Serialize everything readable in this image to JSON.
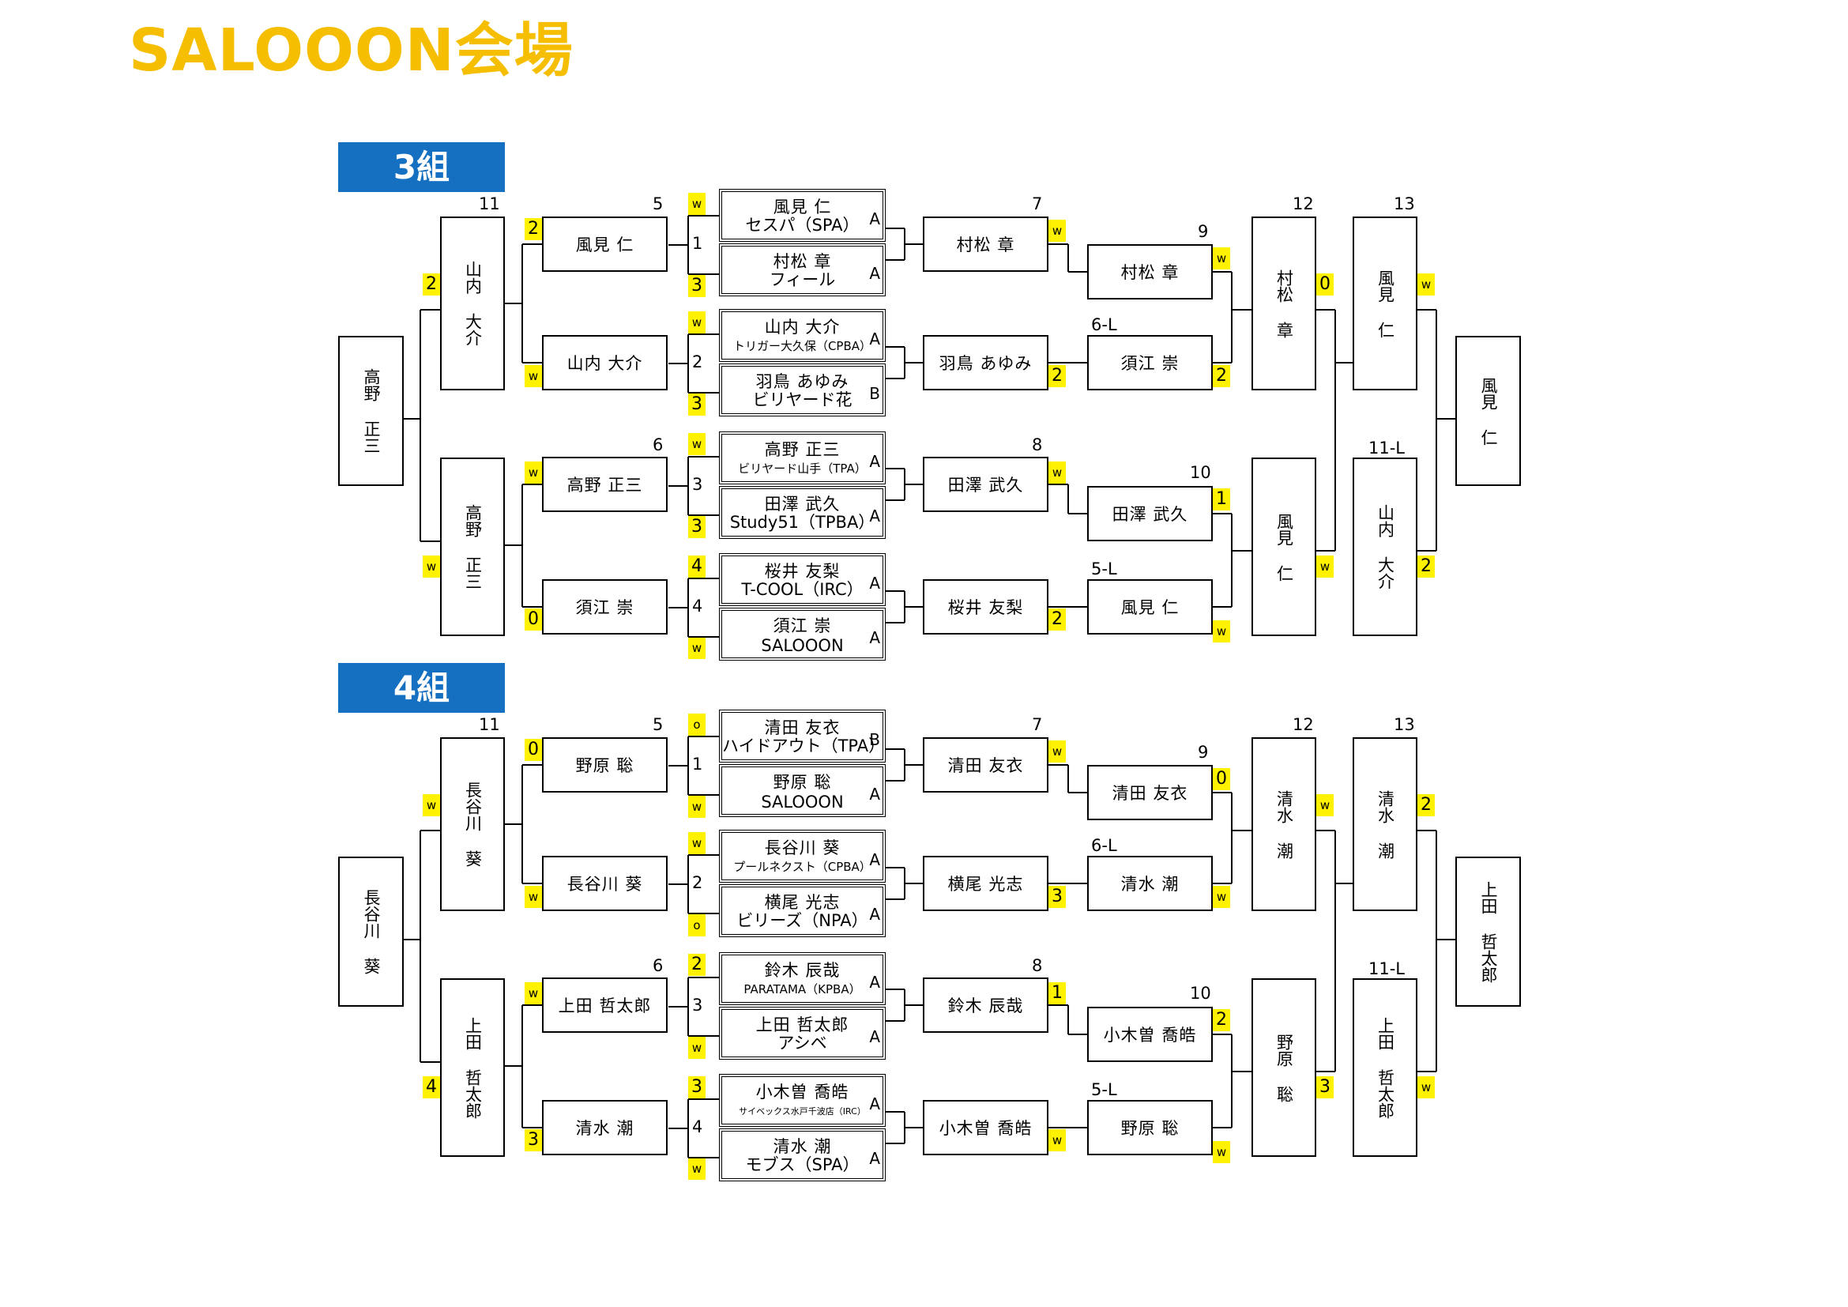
{
  "title": "SALOOON会場",
  "groups": [
    {
      "label": "3組",
      "numbers": {
        "m11": "11",
        "m5": "5",
        "m7": "7",
        "m9": "9",
        "m12": "12",
        "m13": "13",
        "m6": "6",
        "m8": "8",
        "m10": "10",
        "l6": "6-L",
        "l5": "5-L",
        "l11": "11-L"
      },
      "centers": [
        {
          "name": "風見 仁",
          "club": "セスパ（SPA）",
          "level": "A",
          "csize": ""
        },
        {
          "name": "村松 章",
          "club": "フィール",
          "level": "A",
          "csize": ""
        },
        {
          "name": "山内 大介",
          "club": "トリガー大久保（CPBA）",
          "level": "A",
          "csize": "s"
        },
        {
          "name": "羽鳥 あゆみ",
          "club": "ビリヤード花",
          "level": "B",
          "csize": ""
        },
        {
          "name": "高野 正三",
          "club": "ビリヤード山手（TPA）",
          "level": "A",
          "csize": "s"
        },
        {
          "name": "田澤 武久",
          "club": "Study51（TPBA）",
          "level": "A",
          "csize": ""
        },
        {
          "name": "桜井 友梨",
          "club": "T-COOL（IRC）",
          "level": "A",
          "csize": ""
        },
        {
          "name": "須江 崇",
          "club": "SALOOON",
          "level": "A",
          "csize": ""
        }
      ],
      "center_scores": [
        "W",
        "3",
        "W",
        "3",
        "W",
        "3",
        "4",
        "W"
      ],
      "match_nums": [
        "1",
        "2",
        "3",
        "4"
      ],
      "left_r1": [
        {
          "name": "風見 仁",
          "score": "2"
        },
        {
          "name": "山内 大介",
          "score": "W"
        },
        {
          "name": "高野 正三",
          "score": "W"
        },
        {
          "name": "須江 崇",
          "score": "0"
        }
      ],
      "left_r2": [
        {
          "name": "山内 大介",
          "score": "2"
        },
        {
          "name": "高野 正三",
          "score": "W"
        }
      ],
      "left_final": "高野 正三",
      "right_r1": [
        {
          "name": "村松 章",
          "score": "W"
        },
        {
          "name": "羽鳥 あゆみ",
          "score": "2"
        },
        {
          "name": "田澤 武久",
          "score": "W"
        },
        {
          "name": "桜井 友梨",
          "score": "2"
        }
      ],
      "right_r2": [
        {
          "name": "村松 章",
          "score": "W"
        },
        {
          "name": "須江 崇",
          "score": "2"
        },
        {
          "name": "田澤 武久",
          "score": "1"
        },
        {
          "name": "風見 仁",
          "score": "W"
        }
      ],
      "right_r3": [
        {
          "name": "村松 章",
          "score": "0"
        },
        {
          "name": "風見 仁",
          "score": "W"
        }
      ],
      "right_r4": [
        {
          "name": "風見 仁",
          "score": "W"
        },
        {
          "name": "山内 大介",
          "score": "2"
        }
      ],
      "right_final": "風見 仁"
    },
    {
      "label": "4組",
      "numbers": {
        "m11": "11",
        "m5": "5",
        "m7": "7",
        "m9": "9",
        "m12": "12",
        "m13": "13",
        "m6": "6",
        "m8": "8",
        "m10": "10",
        "l6": "6-L",
        "l5": "5-L",
        "l11": "11-L"
      },
      "centers": [
        {
          "name": "清田 友衣",
          "club": "ハイドアウト（TPA）",
          "level": "B",
          "csize": ""
        },
        {
          "name": "野原 聡",
          "club": "SALOOON",
          "level": "A",
          "csize": ""
        },
        {
          "name": "長谷川 葵",
          "club": "プールネクスト（CPBA）",
          "level": "A",
          "csize": "s"
        },
        {
          "name": "横尾 光志",
          "club": "ビリーズ（NPA）",
          "level": "A",
          "csize": ""
        },
        {
          "name": "鈴木 辰哉",
          "club": "PARATAMA（KPBA）",
          "level": "A",
          "csize": "s"
        },
        {
          "name": "上田 哲太郎",
          "club": "アシベ",
          "level": "A",
          "csize": ""
        },
        {
          "name": "小木曽 喬皓",
          "club": "サイベックス水戸千波店（IRC）",
          "level": "A",
          "csize": "xs"
        },
        {
          "name": "清水 潮",
          "club": "モブス（SPA）",
          "level": "A",
          "csize": ""
        }
      ],
      "center_scores": [
        "O",
        "W",
        "W",
        "O",
        "2",
        "W",
        "3",
        "W"
      ],
      "match_nums": [
        "1",
        "2",
        "3",
        "4"
      ],
      "left_r1": [
        {
          "name": "野原 聡",
          "score": "0"
        },
        {
          "name": "長谷川 葵",
          "score": "W"
        },
        {
          "name": "上田 哲太郎",
          "score": "W"
        },
        {
          "name": "清水 潮",
          "score": "3"
        }
      ],
      "left_r2": [
        {
          "name": "長谷川 葵",
          "score": "W"
        },
        {
          "name": "上田 哲太郎",
          "score": "4"
        }
      ],
      "left_final": "長谷川 葵",
      "right_r1": [
        {
          "name": "清田 友衣",
          "score": "W"
        },
        {
          "name": "横尾 光志",
          "score": "3"
        },
        {
          "name": "鈴木 辰哉",
          "score": "1"
        },
        {
          "name": "小木曽 喬皓",
          "score": "W"
        }
      ],
      "right_r2": [
        {
          "name": "清田 友衣",
          "score": "0"
        },
        {
          "name": "清水 潮",
          "score": "W"
        },
        {
          "name": "小木曽 喬皓",
          "score": "2"
        },
        {
          "name": "野原 聡",
          "score": "W"
        }
      ],
      "right_r3": [
        {
          "name": "清水 潮",
          "score": "W"
        },
        {
          "name": "野原 聡",
          "score": "3"
        }
      ],
      "right_r4": [
        {
          "name": "清水 潮",
          "score": "2"
        },
        {
          "name": "上田 哲太郎",
          "score": "W"
        }
      ],
      "right_final": "上田 哲太郎"
    }
  ]
}
